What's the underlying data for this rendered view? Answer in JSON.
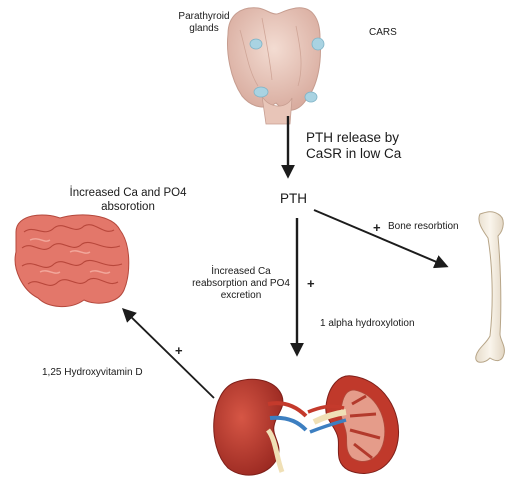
{
  "labels": {
    "parathyroid": "Parathyroid glands",
    "cars": "CARS",
    "pth_release": "PTH release by CaSR in low Ca",
    "pth": "PTH",
    "ca_absorption": "İncreased Ca and PO4 absorotion",
    "bone_resorption": "Bone resorbtion",
    "kidney_effect": "İncreased Ca reabsorption and PO4 excretion",
    "alpha_hydroxylation": "1 alpha hydroxylotion",
    "vitamin_d": "1,25 Hydroxyvitamin D"
  },
  "signs": {
    "bone": "+",
    "kidney": "+",
    "intestine": "+"
  },
  "icons": [
    "thyroid-gland-icon",
    "small-intestine-icon",
    "femur-bone-icon",
    "kidney-icon",
    "kidney-cross-section-icon"
  ],
  "colors": {
    "thyroid": "#e7c9bd",
    "gland": "#a9d3e2",
    "intestine": "#e3776a",
    "bone": "#f1e9dc",
    "kidney": "#b33027",
    "arrow": "#1c1c1c"
  }
}
